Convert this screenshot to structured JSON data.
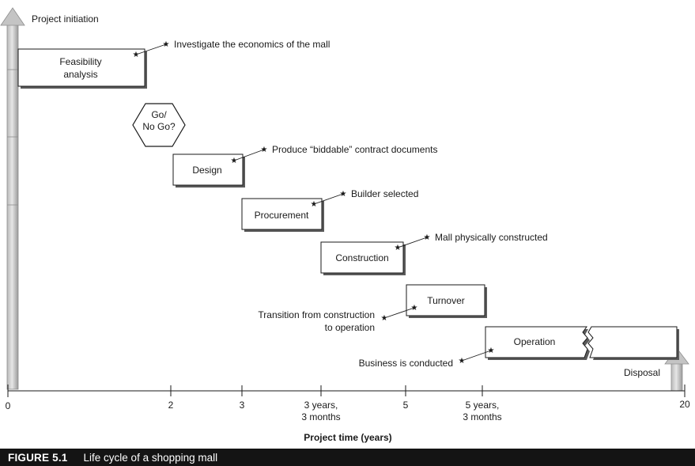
{
  "diagram": {
    "start_label": "Project initiation",
    "phases": [
      {
        "id": "feasibility",
        "label_lines": [
          "Feasibility",
          "analysis"
        ],
        "milestone": "Investigate the economics of the mall"
      },
      {
        "id": "decision",
        "label_lines": [
          "Go/",
          "No Go?"
        ]
      },
      {
        "id": "design",
        "label_lines": [
          "Design"
        ],
        "milestone": "Produce “biddable” contract documents"
      },
      {
        "id": "procurement",
        "label_lines": [
          "Procurement"
        ],
        "milestone": "Builder selected"
      },
      {
        "id": "construction",
        "label_lines": [
          "Construction"
        ],
        "milestone": "Mall physically constructed"
      },
      {
        "id": "turnover",
        "label_lines": [
          "Turnover"
        ],
        "milestone_lines": [
          "Transition from construction",
          "to operation"
        ]
      },
      {
        "id": "operation",
        "label_lines": [
          "Operation"
        ],
        "milestone": "Business is conducted"
      }
    ],
    "end_label": "Disposal"
  },
  "axis": {
    "title": "Project time (years)",
    "ticks": [
      {
        "lines": [
          "0"
        ]
      },
      {
        "lines": [
          "2"
        ]
      },
      {
        "lines": [
          "3"
        ]
      },
      {
        "lines": [
          "3 years,",
          "3 months"
        ]
      },
      {
        "lines": [
          "5"
        ]
      },
      {
        "lines": [
          "5 years,",
          "3 months"
        ]
      },
      {
        "lines": [
          "20"
        ]
      }
    ]
  },
  "caption": {
    "number": "FIGURE 5.1",
    "title": "Life cycle of a shopping mall"
  },
  "colors": {
    "ink": "#1a1a1a",
    "arrow_fill": "#c8c8c8",
    "arrow_shade": "#8e8e8e",
    "caption_bg": "#141414"
  }
}
